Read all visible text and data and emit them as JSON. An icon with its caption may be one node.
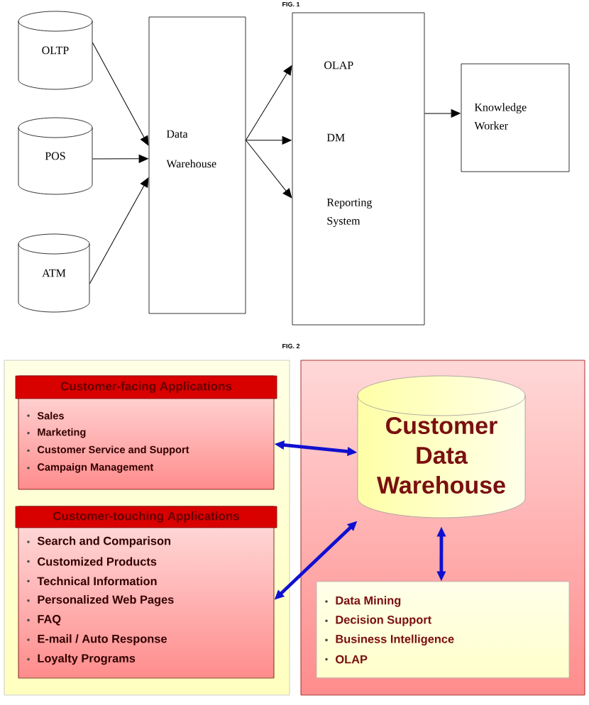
{
  "diagram": {
    "nodes": [
      {
        "text": [
          "OLTP"
        ]
      },
      {
        "text": [
          "POS"
        ]
      },
      {
        "text": [
          "ATM"
        ]
      },
      {
        "text": [
          "Data Warehouse"
        ]
      },
      {
        "text": [
          "OLAP",
          "DM",
          "Reporting System"
        ]
      },
      {
        "text": [
          "Knowledge Worker"
        ]
      },
      {
        "text": [],
        "shape": "box"
      },
      {
        "text": [],
        "shape": "box"
      },
      {
        "text": [
          "Customer-facing Applications",
          "Sales",
          "Marketing",
          "Customer Service and Support",
          "Campaign Management"
        ],
        "in": 6
      },
      {
        "text": [
          "Customer-touching Applications",
          "Search and Comparison",
          "Customized Products",
          "Technical Information",
          "Personalized Web Pages",
          "FAQ",
          "E-mail / Auto Response",
          "Loyalty Programs"
        ],
        "in": 6
      },
      {
        "text": [
          "Customer Data Warehouse"
        ],
        "in": 7
      },
      {
        "text": [
          "Data Mining",
          "Decision Support",
          "Business Intelligence",
          "OLAP"
        ],
        "in": 7
      }
    ],
    "edges": [
      {
        "from": 0,
        "to": 3,
        "arrow": "to"
      },
      {
        "from": 1,
        "to": 3,
        "arrow": "to"
      },
      {
        "from": 2,
        "to": 3,
        "arrow": "to"
      },
      {
        "from": 3,
        "to": 4,
        "arrow": "to"
      },
      {
        "from": 3,
        "to": 4,
        "arrow": "to"
      },
      {
        "from": 3,
        "to": 4,
        "arrow": "to"
      },
      {
        "from": 4,
        "to": 5,
        "arrow": "to"
      },
      {
        "from": 8,
        "to": 10,
        "arrow": "both",
        "style": "thick",
        "color": "#1010d0"
      },
      {
        "from": 9,
        "to": 10,
        "arrow": "both",
        "style": "thick",
        "color": "#1010d0"
      },
      {
        "from": 10,
        "to": 11,
        "arrow": "both",
        "style": "thick",
        "color": "#1010d0"
      }
    ],
    "labels": [
      "FIG. 1",
      "FIG. 2"
    ]
  }
}
